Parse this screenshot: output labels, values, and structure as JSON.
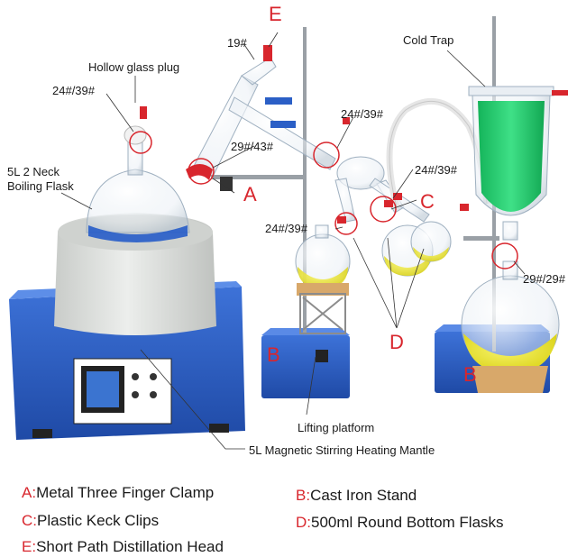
{
  "labels": {
    "hollow_plug": "Hollow glass plug",
    "joint_left_top": "24#/39#",
    "joint_19": "19#",
    "joint_head": "29#/43#",
    "joint_mid_top": "24#/39#",
    "joint_cond_end": "24#/39#",
    "joint_receiver": "24#/39#",
    "joint_trap": "29#/29#",
    "cold_trap": "Cold Trap",
    "flask_line1": "5L 2 Neck",
    "flask_line2": "Boiling Flask",
    "lifting_platform": "Lifting platform",
    "mantle": "5L Magnetic Stirring Heating Mantle"
  },
  "callouts": {
    "A": "A",
    "B": "B",
    "C": "C",
    "D": "D",
    "E": "E"
  },
  "legend": [
    {
      "key": "A:",
      "text": "Metal Three Finger Clamp"
    },
    {
      "key": "B:",
      "text": "Cast Iron Stand"
    },
    {
      "key": "C:",
      "text": "Plastic Keck Clips"
    },
    {
      "key": "D:",
      "text": "500ml Round Bottom Flasks"
    },
    {
      "key": "E:",
      "text": "Short Path Distillation Head"
    }
  ],
  "colors": {
    "callout_red": "#d8262d",
    "stand_blue": "#2b5fc6",
    "mantle_grey": "#d9dcd8",
    "liquid_green": "#1ec86b",
    "liquid_yellow": "#e7e221",
    "cork": "#d8a86a"
  }
}
